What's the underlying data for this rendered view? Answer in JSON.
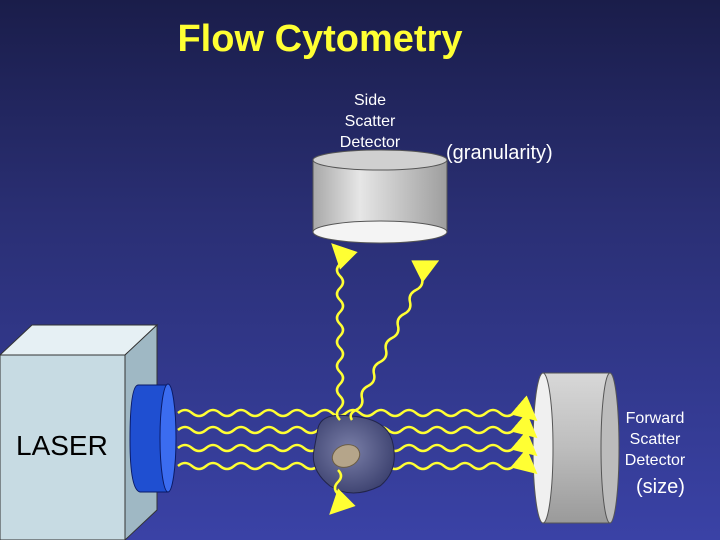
{
  "title": "Flow Cytometry",
  "side_scatter": {
    "label_lines": [
      "Side",
      "Scatter",
      "Detector"
    ],
    "note": "(granularity)"
  },
  "forward_scatter": {
    "label_lines": [
      "Forward",
      "Scatter",
      "Detector"
    ],
    "note": "(size)"
  },
  "laser": {
    "label": "LASER"
  },
  "colors": {
    "title": "#ffff33",
    "beam": "#ffff33",
    "laser_box": "#c7dbe3",
    "lens": "#1f4fd1",
    "detector": "#cfcfcf",
    "cell": "#5a5f8c",
    "nucleus": "#b5a58a"
  }
}
